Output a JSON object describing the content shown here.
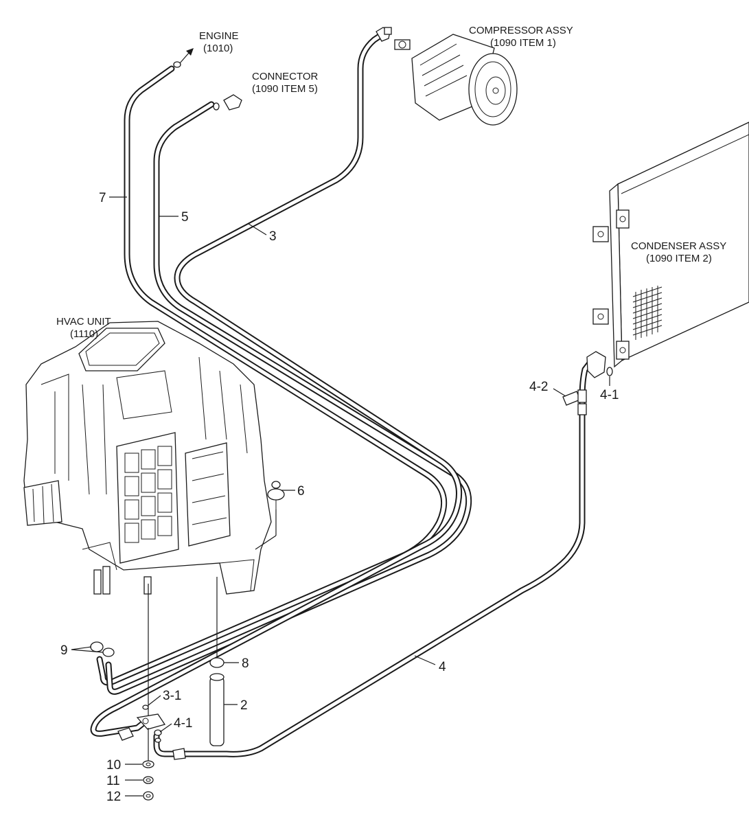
{
  "labels": {
    "engine": {
      "line1": "ENGINE",
      "line2": "(1010)"
    },
    "connector": {
      "line1": "CONNECTOR",
      "line2": "(1090 ITEM 5)"
    },
    "compressor": {
      "line1": "COMPRESSOR ASSY",
      "line2": "(1090 ITEM 1)"
    },
    "condenser": {
      "line1": "CONDENSER ASSY",
      "line2": "(1090 ITEM 2)"
    },
    "hvac": {
      "line1": "HVAC UNIT",
      "line2": "(1110)"
    }
  },
  "callouts": {
    "c7": "7",
    "c5": "5",
    "c3": "3",
    "c6": "6",
    "c4_2": "4-2",
    "c4_1_top": "4-1",
    "c9": "9",
    "c8": "8",
    "c3_1": "3-1",
    "c2": "2",
    "c4_1_bottom": "4-1",
    "c4": "4",
    "c10": "10",
    "c11": "11",
    "c12": "12"
  }
}
